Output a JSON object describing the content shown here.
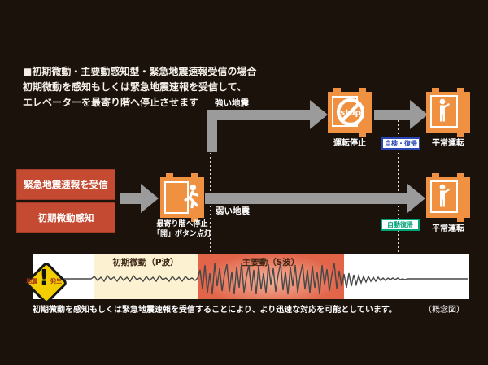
{
  "colors": {
    "background": "#1c120c",
    "elevator_orange": "#ef9140",
    "trigger_red": "#c44a31",
    "arrow_gray": "#9b9b9b",
    "inspection_blue": "#2a46b4",
    "auto_green": "#00a578",
    "sign_yellow": "#f2ce00",
    "p_wave_bg": "#fcf2d2",
    "s_wave_bg": "#e2654a"
  },
  "header": {
    "line1": "■初期微動・主要動感知型・緊急地震速報受信の場合",
    "line2": "初期微動を感知もしくは緊急地震速報を受信して、",
    "line3": "エレベーターを最寄り階へ停止させます"
  },
  "triggers": {
    "box1": "緊急地震速報を受信",
    "box2": "初期微動感知"
  },
  "flow": {
    "strong_quake_label": "強い地震",
    "weak_quake_label": "弱い地震",
    "nearest_floor_line1": "最寄り階へ停止",
    "nearest_floor_line2": "「開」ボタン点灯",
    "stop_label": "運転停止",
    "normal_label_top": "平常運転",
    "normal_label_bottom": "平常運転",
    "inspection_badge": "点検・復帰",
    "auto_return_badge": "自動復帰",
    "stop_sign_text": "stop"
  },
  "seismograph": {
    "quake_sign_left": "地震",
    "quake_sign_mark": "!",
    "quake_sign_right": "発生",
    "p_wave_label": "初期微動（P波）",
    "s_wave_label": "主要動（S波）"
  },
  "footer": {
    "caption": "初期微動を感知もしくは緊急地震速報を受信することにより、より迅速な対応を可能としています。",
    "note": "（概念図）"
  }
}
